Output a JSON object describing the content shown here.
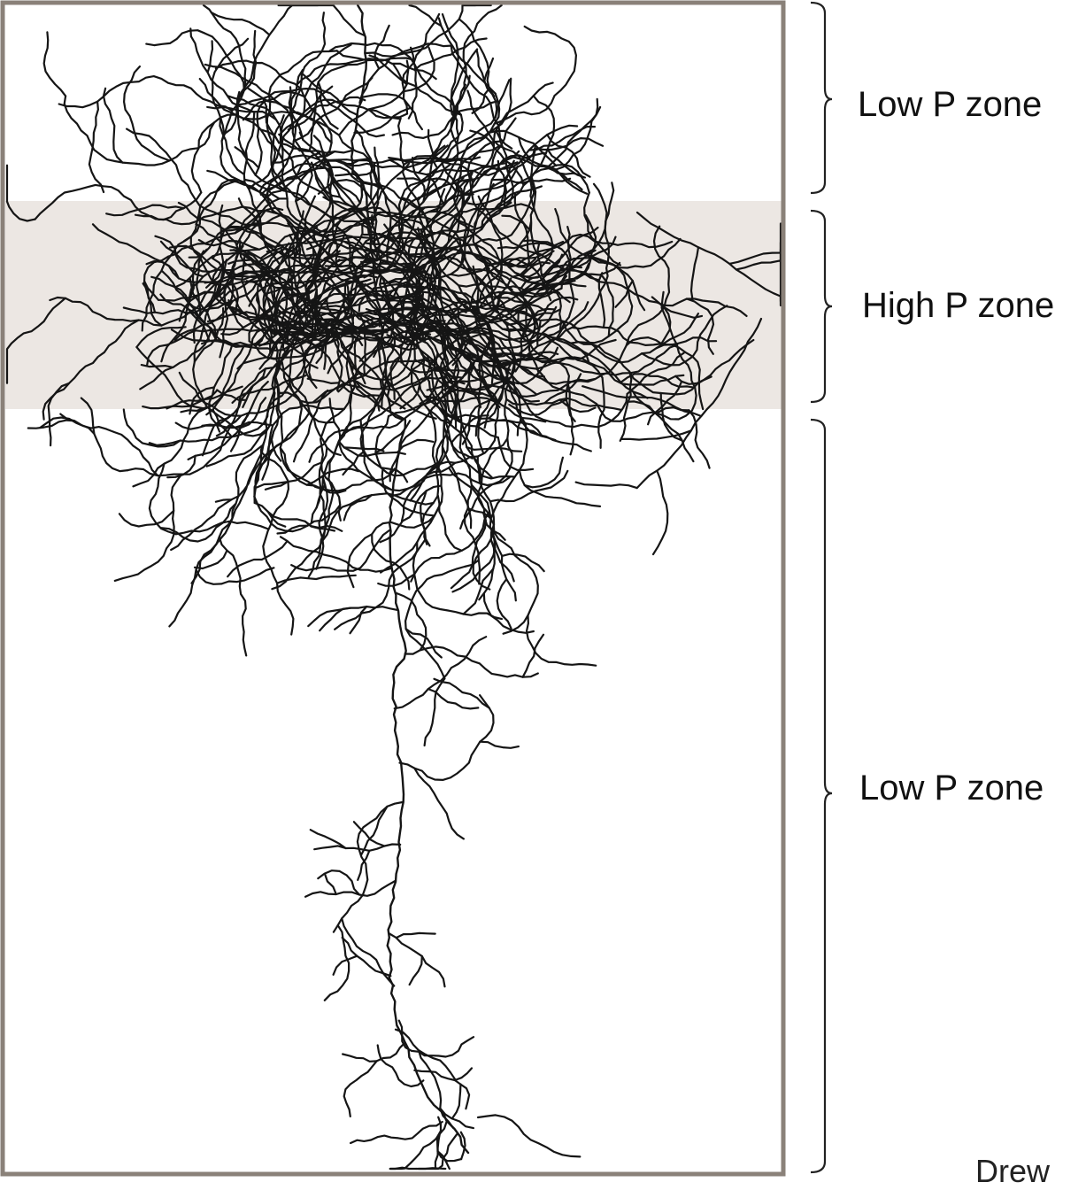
{
  "figure": {
    "zones": [
      {
        "label": "Low P zone"
      },
      {
        "label": "High P zone"
      },
      {
        "label": "Low P zone"
      }
    ],
    "credit": "Drew",
    "colors": {
      "container_border": "#8a8179",
      "high_p_band": "#ece7e3",
      "root": "#151515",
      "bracket": "#222222"
    }
  }
}
